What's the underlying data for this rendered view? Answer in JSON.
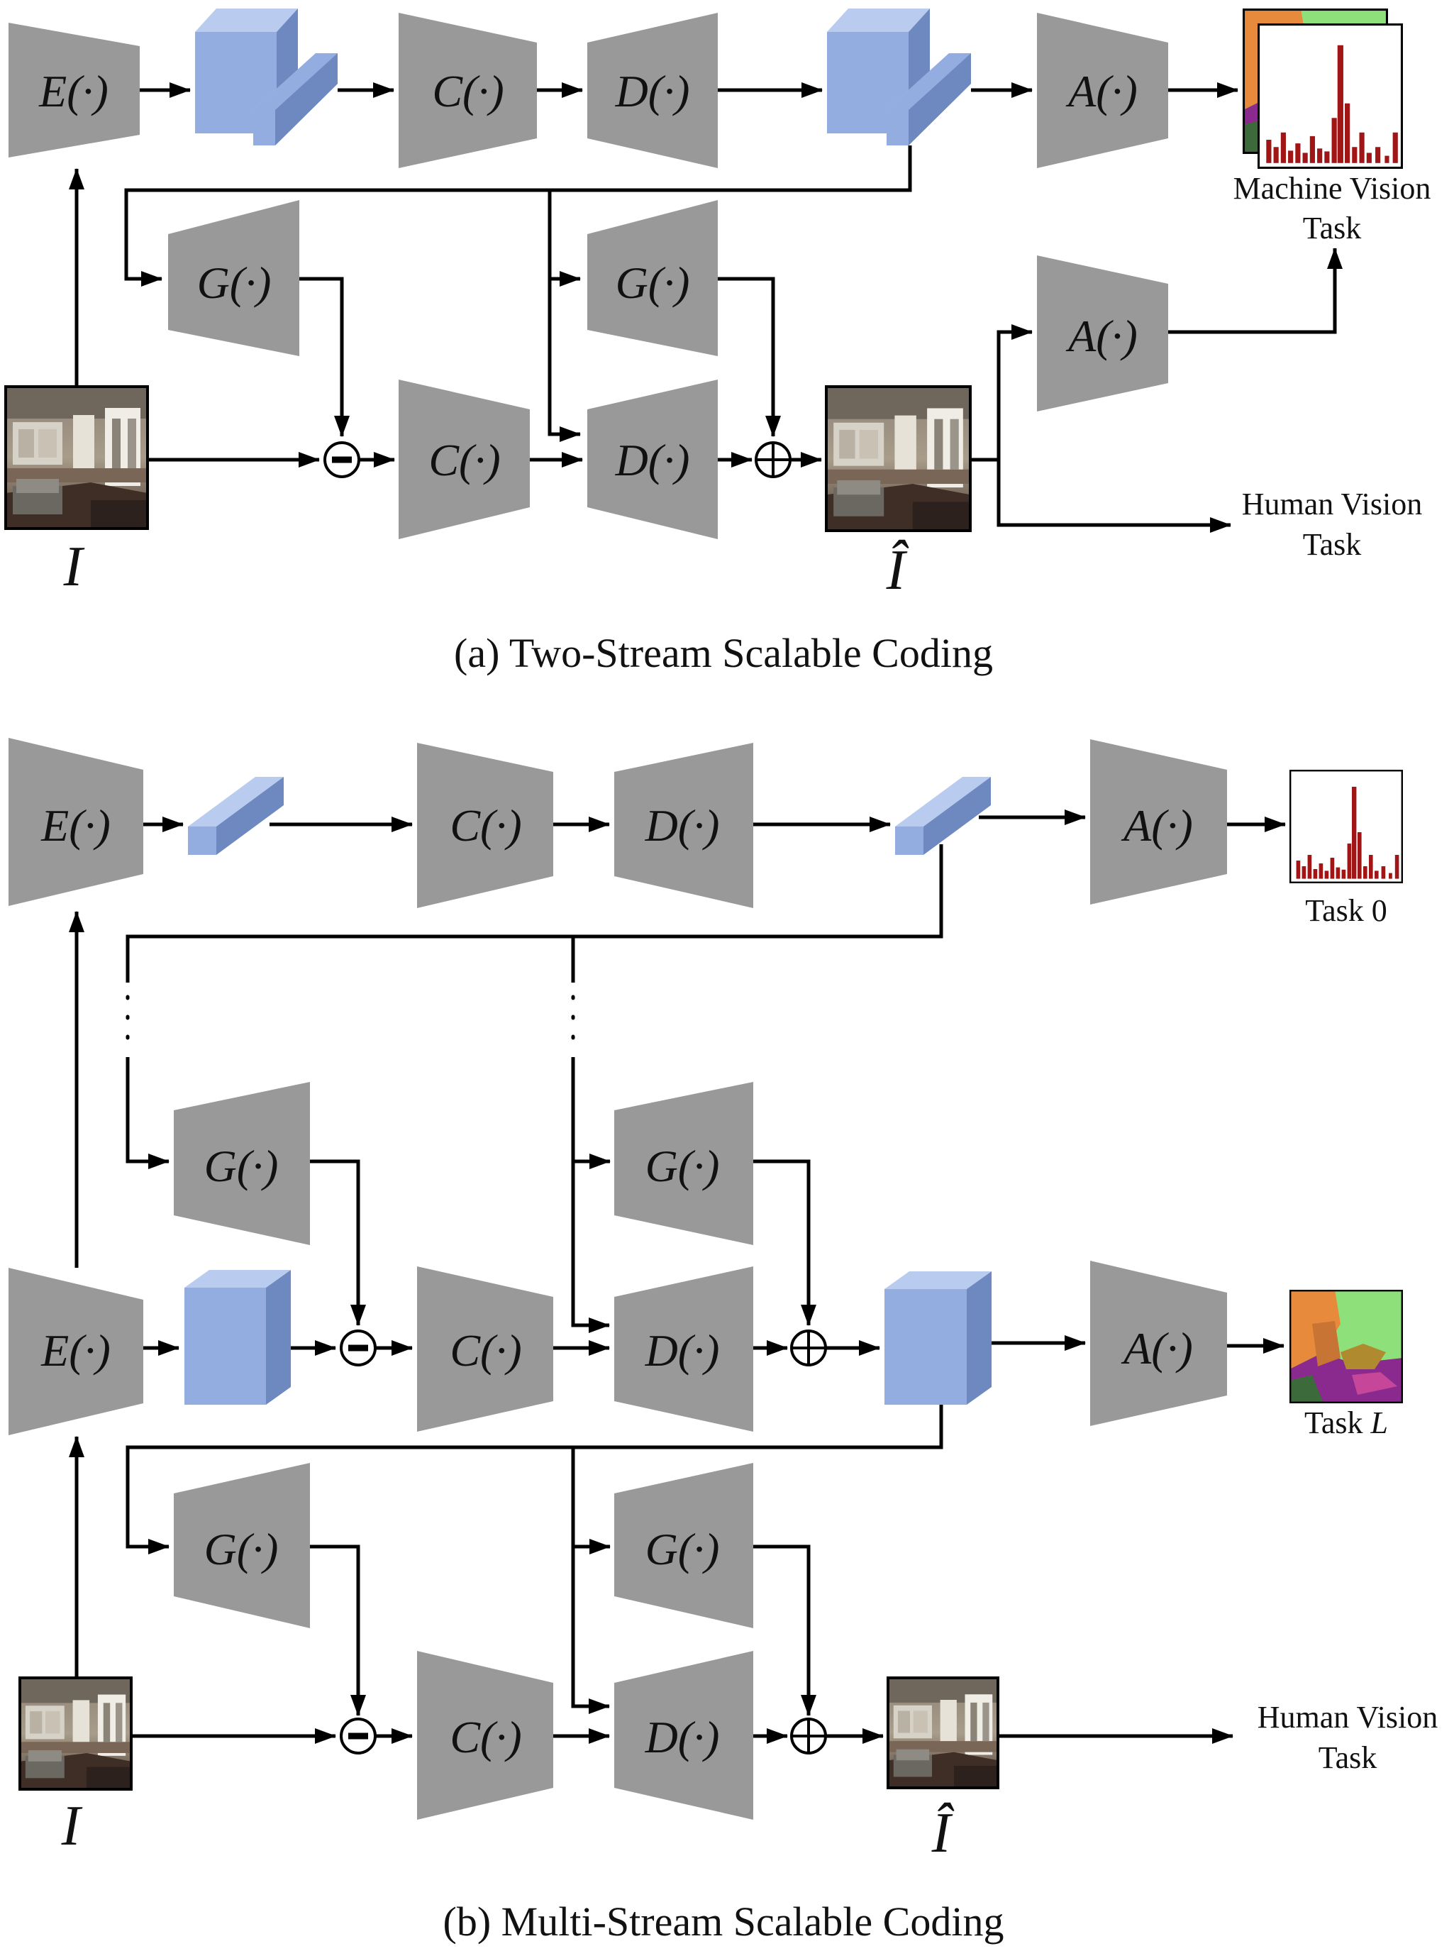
{
  "colors": {
    "block": "#999999",
    "tensor": "#94ade0",
    "tensor_top": "#b9cbef",
    "tensor_side": "#6e88c0",
    "histogram_bar": "#a01616",
    "seg_green": "#8ee07a",
    "seg_orange": "#e88a3c",
    "seg_purple": "#8a2a8e",
    "line": "#000000"
  },
  "labels": {
    "encoder": "E(·)",
    "compressor": "C(·)",
    "decoder": "D(·)",
    "analyzer": "A(·)",
    "generator": "G(·)",
    "minus": "−",
    "input": "I",
    "recon": "Î"
  },
  "panel_a": {
    "caption": "(a)  Two-Stream Scalable Coding",
    "machine_task": [
      "Machine Vision",
      "Task"
    ],
    "human_task": [
      "Human Vision",
      "Task"
    ]
  },
  "panel_b": {
    "caption": "(b)  Multi-Stream Scalable Coding",
    "task0": "Task 0",
    "taskL": [
      "Task ",
      "L"
    ],
    "human_task": [
      "Human Vision",
      "Task"
    ]
  },
  "icons": {
    "encoder_shape": "trapezoid-icon",
    "feature_tensor": "cuboid-icon",
    "subtract": "circle-minus-icon",
    "add": "circle-plus-icon",
    "histogram": "histogram-icon",
    "segmentation": "segmentation-map-icon",
    "photo": "indoor-photo-icon"
  }
}
